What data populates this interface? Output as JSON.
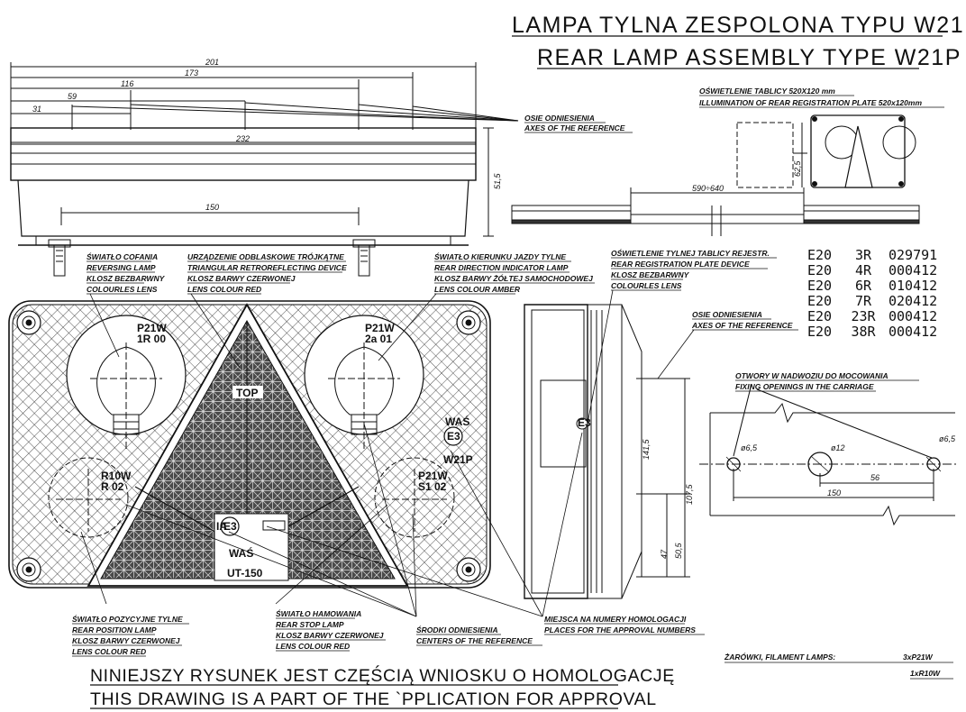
{
  "title": {
    "pl": "LAMPA TYLNA ZESPOLONA TYPU W21P",
    "en": "REAR LAMP ASSEMBLY TYPE W21P"
  },
  "top_view": {
    "dims": [
      "201",
      "173",
      "116",
      "59",
      "31",
      "232",
      "150",
      "51,5"
    ],
    "axes_ref": [
      "OSIE ODNIESIENIA",
      "AXES OF THE REFERENCE"
    ]
  },
  "plate_view": {
    "label": [
      "OŚWIETLENIE TABLICY 520X120 mm",
      "ILLUMINATION OF REAR REGISTRATION PLATE 520x120mm"
    ],
    "dims": [
      "62,5",
      "590÷640"
    ]
  },
  "approval_numbers": [
    {
      "mark": "E20",
      "code": "3R",
      "number": "029791"
    },
    {
      "mark": "E20",
      "code": "4R",
      "number": "000412"
    },
    {
      "mark": "E20",
      "code": "6R",
      "number": "010412"
    },
    {
      "mark": "E20",
      "code": "7R",
      "number": "020412"
    },
    {
      "mark": "E20",
      "code": "23R",
      "number": "000412"
    },
    {
      "mark": "E20",
      "code": "38R",
      "number": "000412"
    }
  ],
  "callouts_top": {
    "reversing": [
      "ŚWIATŁO COFANIA",
      "REVERSING LAMP",
      "KLOSZ BEZBARWNY",
      "COLOURLES LENS"
    ],
    "triangle": [
      "URZĄDZENIE ODBLASKOWE TRÓJKĄTNE",
      "TRIANGULAR RETROREFLECTING DEVICE",
      "KLOSZ BARWY CZERWONEJ",
      "LENS COLOUR RED"
    ],
    "indicator": [
      "ŚWIATŁO KIERUNKU JAZDY TYLNE",
      "REAR DIRECTION INDICATOR LAMP",
      "KLOSZ BARWY ŻÓŁTEJ SAMOCHODOWEJ",
      "LENS COLOUR AMBER"
    ],
    "plate_device": [
      "OŚWIETLENIE TYLNEJ TABLICY REJESTR.",
      "REAR REGISTRATION PLATE DEVICE",
      "KLOSZ BEZBARWNY",
      "COLOURLES LENS"
    ],
    "axes_ref2": [
      "OSIE ODNIESIENIA",
      "AXES OF THE REFERENCE"
    ]
  },
  "front_view_labels": {
    "top": "TOP",
    "bulb_tl": [
      "P21W",
      "1R 00"
    ],
    "bulb_tr": [
      "P21W",
      "2a 01"
    ],
    "bulb_bl": [
      "R10W",
      "R 02"
    ],
    "bulb_br": [
      "P21W",
      "S1 02"
    ],
    "was": "WAŚ",
    "e3": "E3",
    "w21p": "W21P",
    "ia": "IA",
    "was_big": "WAŚ",
    "ut": "UT-150"
  },
  "side_view": {
    "dims": [
      "141,5",
      "107,5",
      "47",
      "50,5"
    ],
    "e3": "E3"
  },
  "fixing": {
    "label": [
      "OTWORY W NADWOZIU DO MOCOWANIA",
      "FIXING OPENINGS IN THE CARRIAGE"
    ],
    "dims": [
      "ø6,5",
      "ø12",
      "ø6,5",
      "56",
      "150"
    ]
  },
  "callouts_bottom": {
    "position": [
      "ŚWIATŁO POZYCYJNE TYLNE",
      "REAR POSITION LAMP",
      "KLOSZ BARWY CZERWONEJ",
      "LENS COLOUR RED"
    ],
    "stop": [
      "ŚWIATŁO HAMOWANIA",
      "REAR STOP LAMP",
      "KLOSZ BARWY CZERWONEJ",
      "LENS COLOUR RED"
    ],
    "centers": [
      "ŚRODKI ODNIESIENIA",
      "CENTERS OF THE REFERENCE"
    ],
    "approval_places": [
      "MIEJSCA NA NUMERY HOMOLOGACJI",
      "PLACES FOR THE APPROVAL NUMBERS"
    ]
  },
  "filament": {
    "label": "ŻARÓWKI, FILAMENT LAMPS:",
    "line1": "3xP21W",
    "line2": "1xR10W"
  },
  "footer": {
    "pl": "NINIEJSZY RYSUNEK JEST CZĘŚCIĄ WNIOSKU O HOMOLOGACJĘ",
    "en": "THIS DRAWING IS A PART OF THE `PPLICATION FOR APPROVAL"
  }
}
